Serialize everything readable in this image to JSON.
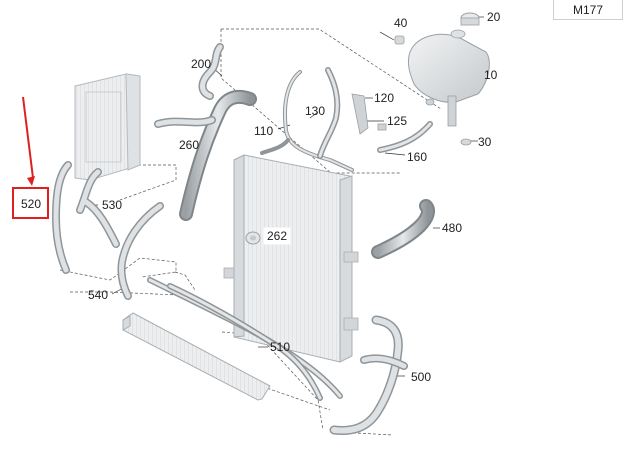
{
  "model_code": "M177",
  "highlight_color": "#e02020",
  "part_color": "#cfd3d6",
  "part_stroke": "#9aa0a4",
  "callouts": {
    "c10": "10",
    "c20": "20",
    "c30": "30",
    "c40": "40",
    "c110": "110",
    "c120": "120",
    "c125": "125",
    "c130": "130",
    "c160": "160",
    "c200": "200",
    "c260": "260",
    "c262": "262",
    "c480": "480",
    "c500": "500",
    "c510": "510",
    "c520": "520",
    "c530": "530",
    "c540": "540"
  }
}
